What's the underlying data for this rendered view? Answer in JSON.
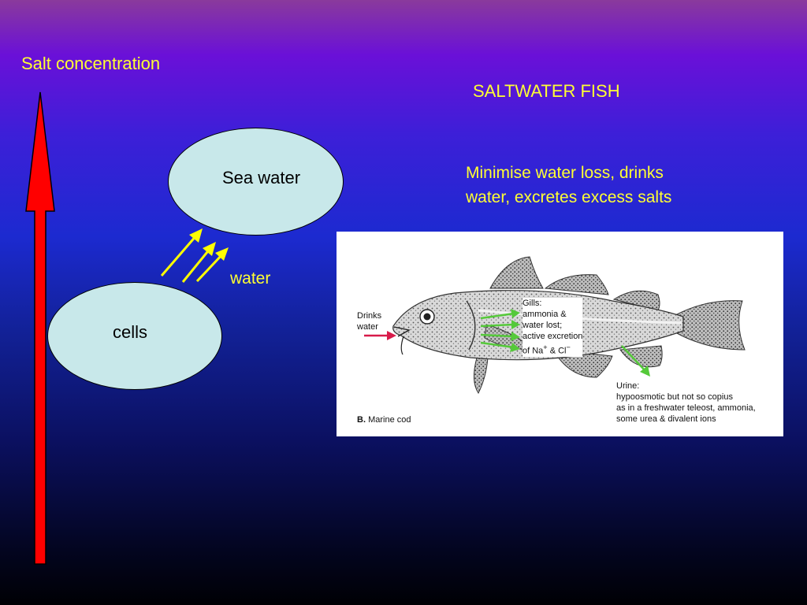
{
  "diagram": {
    "axis_label": "Salt concentration",
    "title": "SALTWATER FISH",
    "description_line1": "Minimise water loss, drinks",
    "description_line2": "water, excretes excess salts",
    "sea_water_label": "Sea water",
    "cells_label": "cells",
    "water_label": "water"
  },
  "fish_figure": {
    "drinks_line1": "Drinks",
    "drinks_line2": "water",
    "gills_line1": "Gills:",
    "gills_line2": "ammonia &",
    "gills_line3": "water lost;",
    "gills_line4": "active excretion",
    "gills_na": "of Na",
    "gills_plus": "+",
    "gills_and_cl": " & Cl",
    "gills_minus": "−",
    "urine_line1": "Urine:",
    "urine_line2": "hypoosmotic but not so copius",
    "urine_line3": "as in a freshwater teleost, ammonia,",
    "urine_line4": "some urea & divalent ions",
    "caption_letter": "B.",
    "caption_text": "Marine cod"
  },
  "colors": {
    "text": "#ffff33",
    "ellipse_fill": "#c8e8ea",
    "concentration_arrow": "#ff0000",
    "water_arrows": "#ffff00",
    "drink_arrow": "#d81b4a",
    "gill_arrows": "#55c93a"
  }
}
